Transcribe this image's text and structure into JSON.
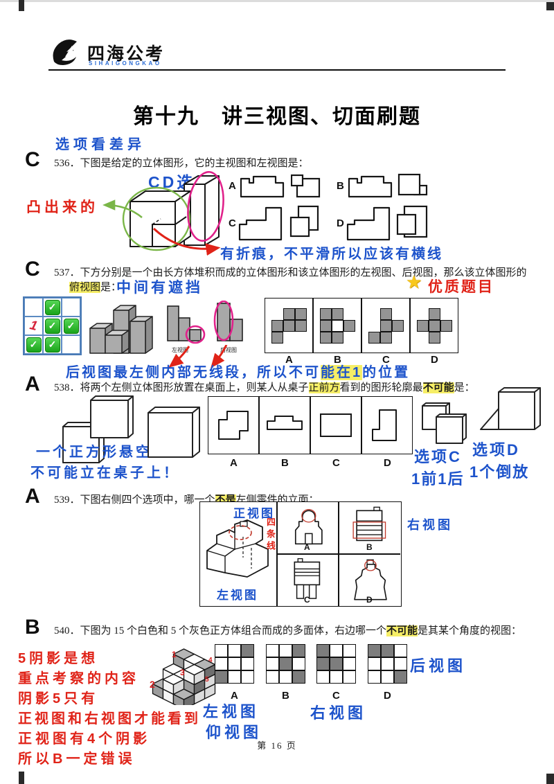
{
  "header": {
    "brand": "四海公考",
    "brand_sub": "SIHAIGONGKAO"
  },
  "title": "第十九　讲三视图、切面刷题",
  "top_note": "选项看差异",
  "footer": "第 16 页",
  "colors": {
    "blue": "#1d53cb",
    "red": "#e02318",
    "pink": "#e0218a",
    "green": "#7ab648",
    "highlight": "#f6ee66"
  },
  "q536": {
    "answer": "C",
    "number": "536．",
    "text": "下图是给定的立体图形，它的主视图和左视图是：",
    "ann_cd": "CD选",
    "ann_protrude": "凸出来的",
    "ann_crease": "有折痕，不平滑所以应该有横线",
    "options": [
      "A",
      "B",
      "C",
      "D"
    ]
  },
  "q537": {
    "answer": "C",
    "number": "537．",
    "text": "下方分别是一个由长方体堆积而成的立体图形和该立体图形的左视图、后视图，那么该立体图形的",
    "text_hl": "俯视图",
    "text_tail": "是：",
    "ann_block": "中间有遮挡",
    "star": "★",
    "badge": "优质题目",
    "label_left": "左视图",
    "label_rear": "后视图",
    "note_pre": "后视图最左侧内部无线段，所以不可",
    "note_hl": "能在1",
    "note_tail": "的位置",
    "grid_mark": "1",
    "check_grid": [
      [
        0,
        1,
        0
      ],
      [
        2,
        1,
        1
      ],
      [
        1,
        1,
        0
      ]
    ],
    "options": [
      "A",
      "B",
      "C",
      "D"
    ],
    "grids": {
      "A": [
        [
          0,
          1,
          1
        ],
        [
          1,
          1,
          1
        ],
        [
          1,
          0,
          0
        ]
      ],
      "B": [
        [
          1,
          1,
          0
        ],
        [
          1,
          2,
          1
        ],
        [
          1,
          1,
          0
        ]
      ],
      "C": [
        [
          0,
          1,
          0
        ],
        [
          0,
          1,
          1
        ],
        [
          1,
          1,
          0
        ]
      ],
      "D": [
        [
          0,
          1,
          0
        ],
        [
          1,
          1,
          1
        ],
        [
          0,
          1,
          0
        ]
      ]
    }
  },
  "q538": {
    "answer": "A",
    "number": "538．",
    "text_1": "将两个左侧立体图形放置在桌面上，则某人从桌子",
    "text_hl1": "正前方",
    "text_2": "看到的图形轮廓最",
    "text_hl2": "不可能",
    "text_3": "是：",
    "ann_left_1": "一个正方形悬空！",
    "ann_left_2": "不可能立在桌子上！",
    "ann_c_title": "选项C",
    "ann_c_sub": "1前1后",
    "ann_d_title": "选项D",
    "ann_d_sub": "1个倒放",
    "options": [
      "A",
      "B",
      "C",
      "D"
    ]
  },
  "q539": {
    "answer": "A",
    "number": "539．",
    "text_1": "下图右侧四个选项中，哪一个",
    "text_hl": "不是",
    "text_2": "左侧零件的立面：",
    "label_front": "正视图",
    "label_right": "右视图",
    "label_left": "左视图",
    "label_lines": "四条线",
    "options": [
      "A",
      "B",
      "C",
      "D"
    ]
  },
  "q540": {
    "answer": "B",
    "number": "540．",
    "text_1": "下图为 15 个白色和 5 个灰色正方体组合而成的多面体，右边哪一个",
    "text_hl": "不可能",
    "text_2": "是其某个角度的视图：",
    "red_notes": [
      "5阴影是想",
      "重点考察的内容",
      "阴影5只有",
      "正视图和右视图才能看到",
      "正视图有4个阴影",
      "所以B一定错误"
    ],
    "label_left": "左视图",
    "label_bottom": "仰视图",
    "label_right": "右视图",
    "label_rear": "后视图",
    "cube_marks": [
      "1",
      "2",
      "3",
      "4",
      "5"
    ],
    "cubes": [
      [
        0,
        0,
        0,
        0
      ],
      [
        1,
        0,
        0,
        0
      ],
      [
        2,
        0,
        0,
        0
      ],
      [
        0,
        1,
        0,
        0
      ],
      [
        1,
        1,
        0,
        0
      ],
      [
        2,
        1,
        0,
        0
      ],
      [
        0,
        2,
        0,
        1
      ],
      [
        1,
        2,
        0,
        0
      ],
      [
        2,
        2,
        0,
        1
      ],
      [
        0,
        0,
        1,
        0
      ],
      [
        1,
        0,
        1,
        0
      ],
      [
        2,
        0,
        1,
        0
      ],
      [
        0,
        1,
        1,
        0
      ],
      [
        1,
        1,
        1,
        0
      ],
      [
        2,
        1,
        1,
        1
      ],
      [
        1,
        2,
        1,
        0
      ],
      [
        0,
        0,
        2,
        1
      ],
      [
        1,
        0,
        2,
        0
      ],
      [
        2,
        0,
        2,
        1
      ],
      [
        2,
        1,
        2,
        0
      ]
    ],
    "grids": {
      "A": [
        [
          0,
          0,
          1
        ],
        [
          0,
          0,
          0
        ],
        [
          1,
          0,
          0
        ]
      ],
      "B": [
        [
          0,
          0,
          1
        ],
        [
          0,
          1,
          0
        ],
        [
          0,
          0,
          1
        ]
      ],
      "C": [
        [
          1,
          0,
          0
        ],
        [
          1,
          1,
          0
        ],
        [
          0,
          0,
          0
        ]
      ],
      "D": [
        [
          1,
          1,
          0
        ],
        [
          0,
          0,
          0
        ],
        [
          0,
          0,
          1
        ]
      ]
    },
    "options": [
      "A",
      "B",
      "C",
      "D"
    ]
  }
}
